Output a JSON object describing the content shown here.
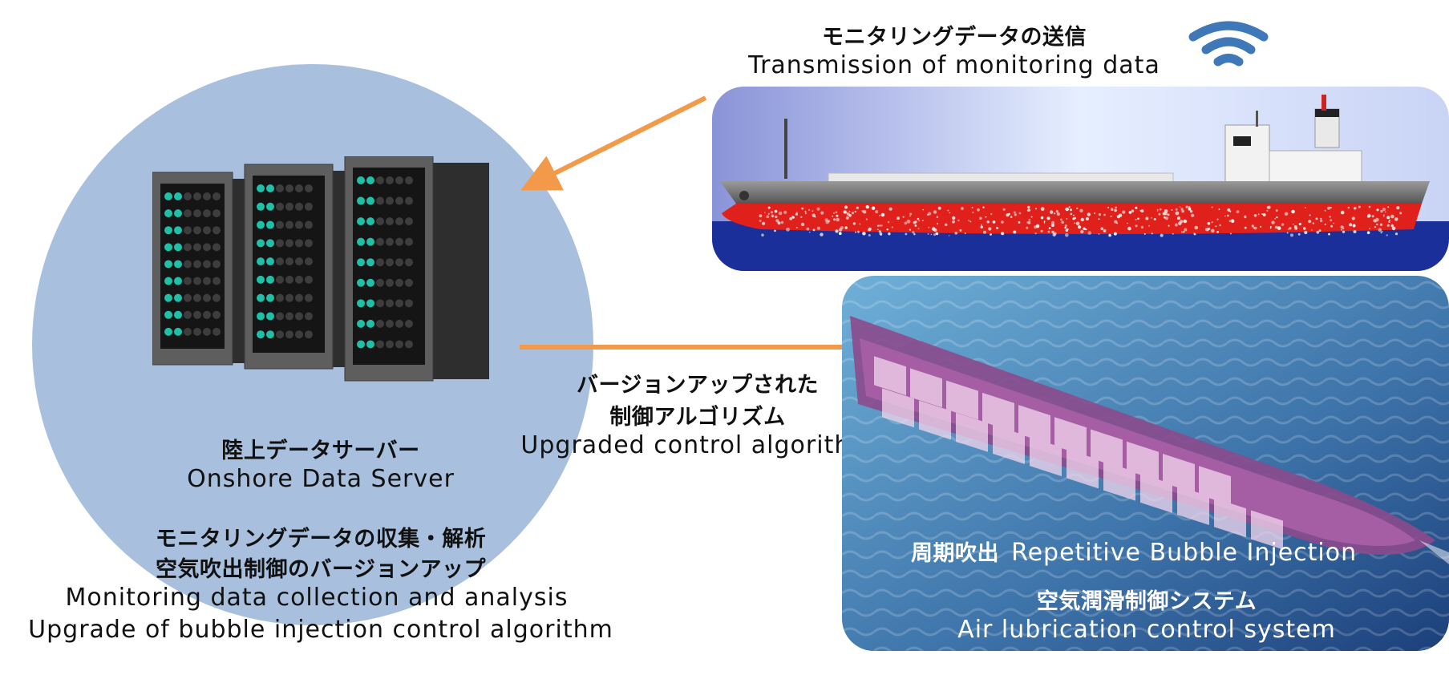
{
  "server": {
    "name_jp": "陸上データサーバー",
    "name_en": "Onshore Data Server",
    "task_jp_1": "モニタリングデータの収集・解析",
    "task_jp_2": "空気吹出制御のバージョンアップ",
    "task_en_1": "Monitoring data collection and analysis",
    "task_en_2": "Upgrade of bubble injection control algorithm"
  },
  "transmission": {
    "label_jp": "モニタリングデータの送信",
    "label_en": "Transmission of monitoring data",
    "icon": "wifi-icon"
  },
  "algorithm": {
    "label_jp_1": "バージョンアップされた",
    "label_jp_2": "制御アルゴリズム",
    "label_en": "Upgraded control algorithm"
  },
  "ship_system": {
    "injection_jp": "周期吹出",
    "injection_en": "Repetitive Bubble Injection",
    "system_jp": "空気潤滑制御システム",
    "system_en": "Air lubrication control system"
  },
  "colors": {
    "circle": "#a8c0de",
    "arrow": "#f29a4a",
    "wifi": "#3f78b8",
    "hull_red": "#e0201a",
    "sea_blue": "#1a2f9a"
  }
}
